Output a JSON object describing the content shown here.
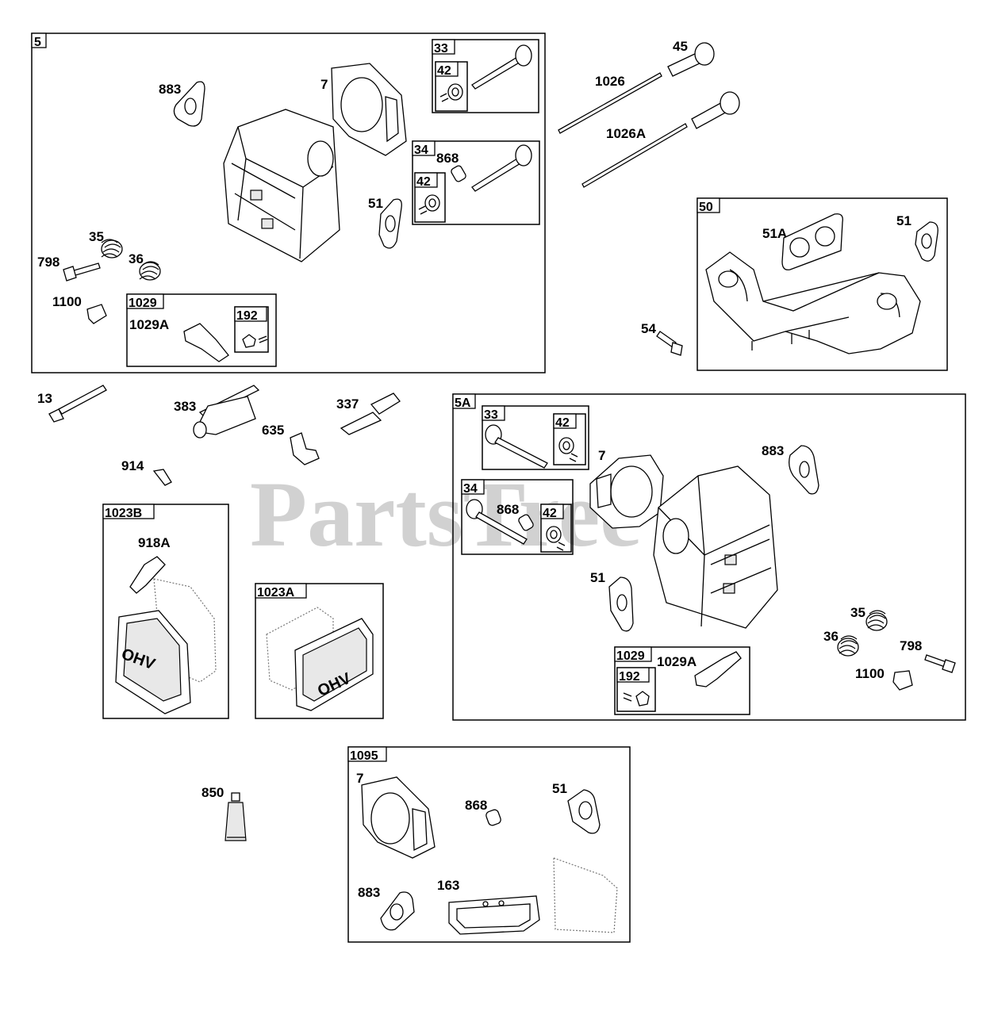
{
  "watermark": "PartsTree",
  "boxes": {
    "b5": "5",
    "b33a": "33",
    "b42a": "42",
    "b34a": "34",
    "b42b": "42",
    "b1029a": "1029",
    "b192a": "192",
    "b50": "50",
    "b5A": "5A",
    "b33b": "33",
    "b42c": "42",
    "b34b": "34",
    "b42d": "42",
    "b1029b": "1029",
    "b192b": "192",
    "b1023B": "1023B",
    "b1023A": "1023A",
    "b1095": "1095"
  },
  "labels": {
    "l883a": "883",
    "l7a": "7",
    "l868a": "868",
    "l51a": "51",
    "l35a": "35",
    "l798a": "798",
    "l36a": "36",
    "l1100a": "1100",
    "l1029Aa": "1029A",
    "l45": "45",
    "l1026": "1026",
    "l1026A": "1026A",
    "l51A": "51A",
    "l51b": "51",
    "l54": "54",
    "l13": "13",
    "l383": "383",
    "l337": "337",
    "l635": "635",
    "l914": "914",
    "l918A": "918A",
    "l7b": "7",
    "l883b": "883",
    "l868b": "868",
    "l51c": "51",
    "l35b": "35",
    "l36b": "36",
    "l798b": "798",
    "l1100b": "1100",
    "l1029Ab": "1029A",
    "l850": "850",
    "l7c": "7",
    "l868c": "868",
    "l51d": "51",
    "l883c": "883",
    "l163": "163"
  },
  "cover_text": "OHV"
}
